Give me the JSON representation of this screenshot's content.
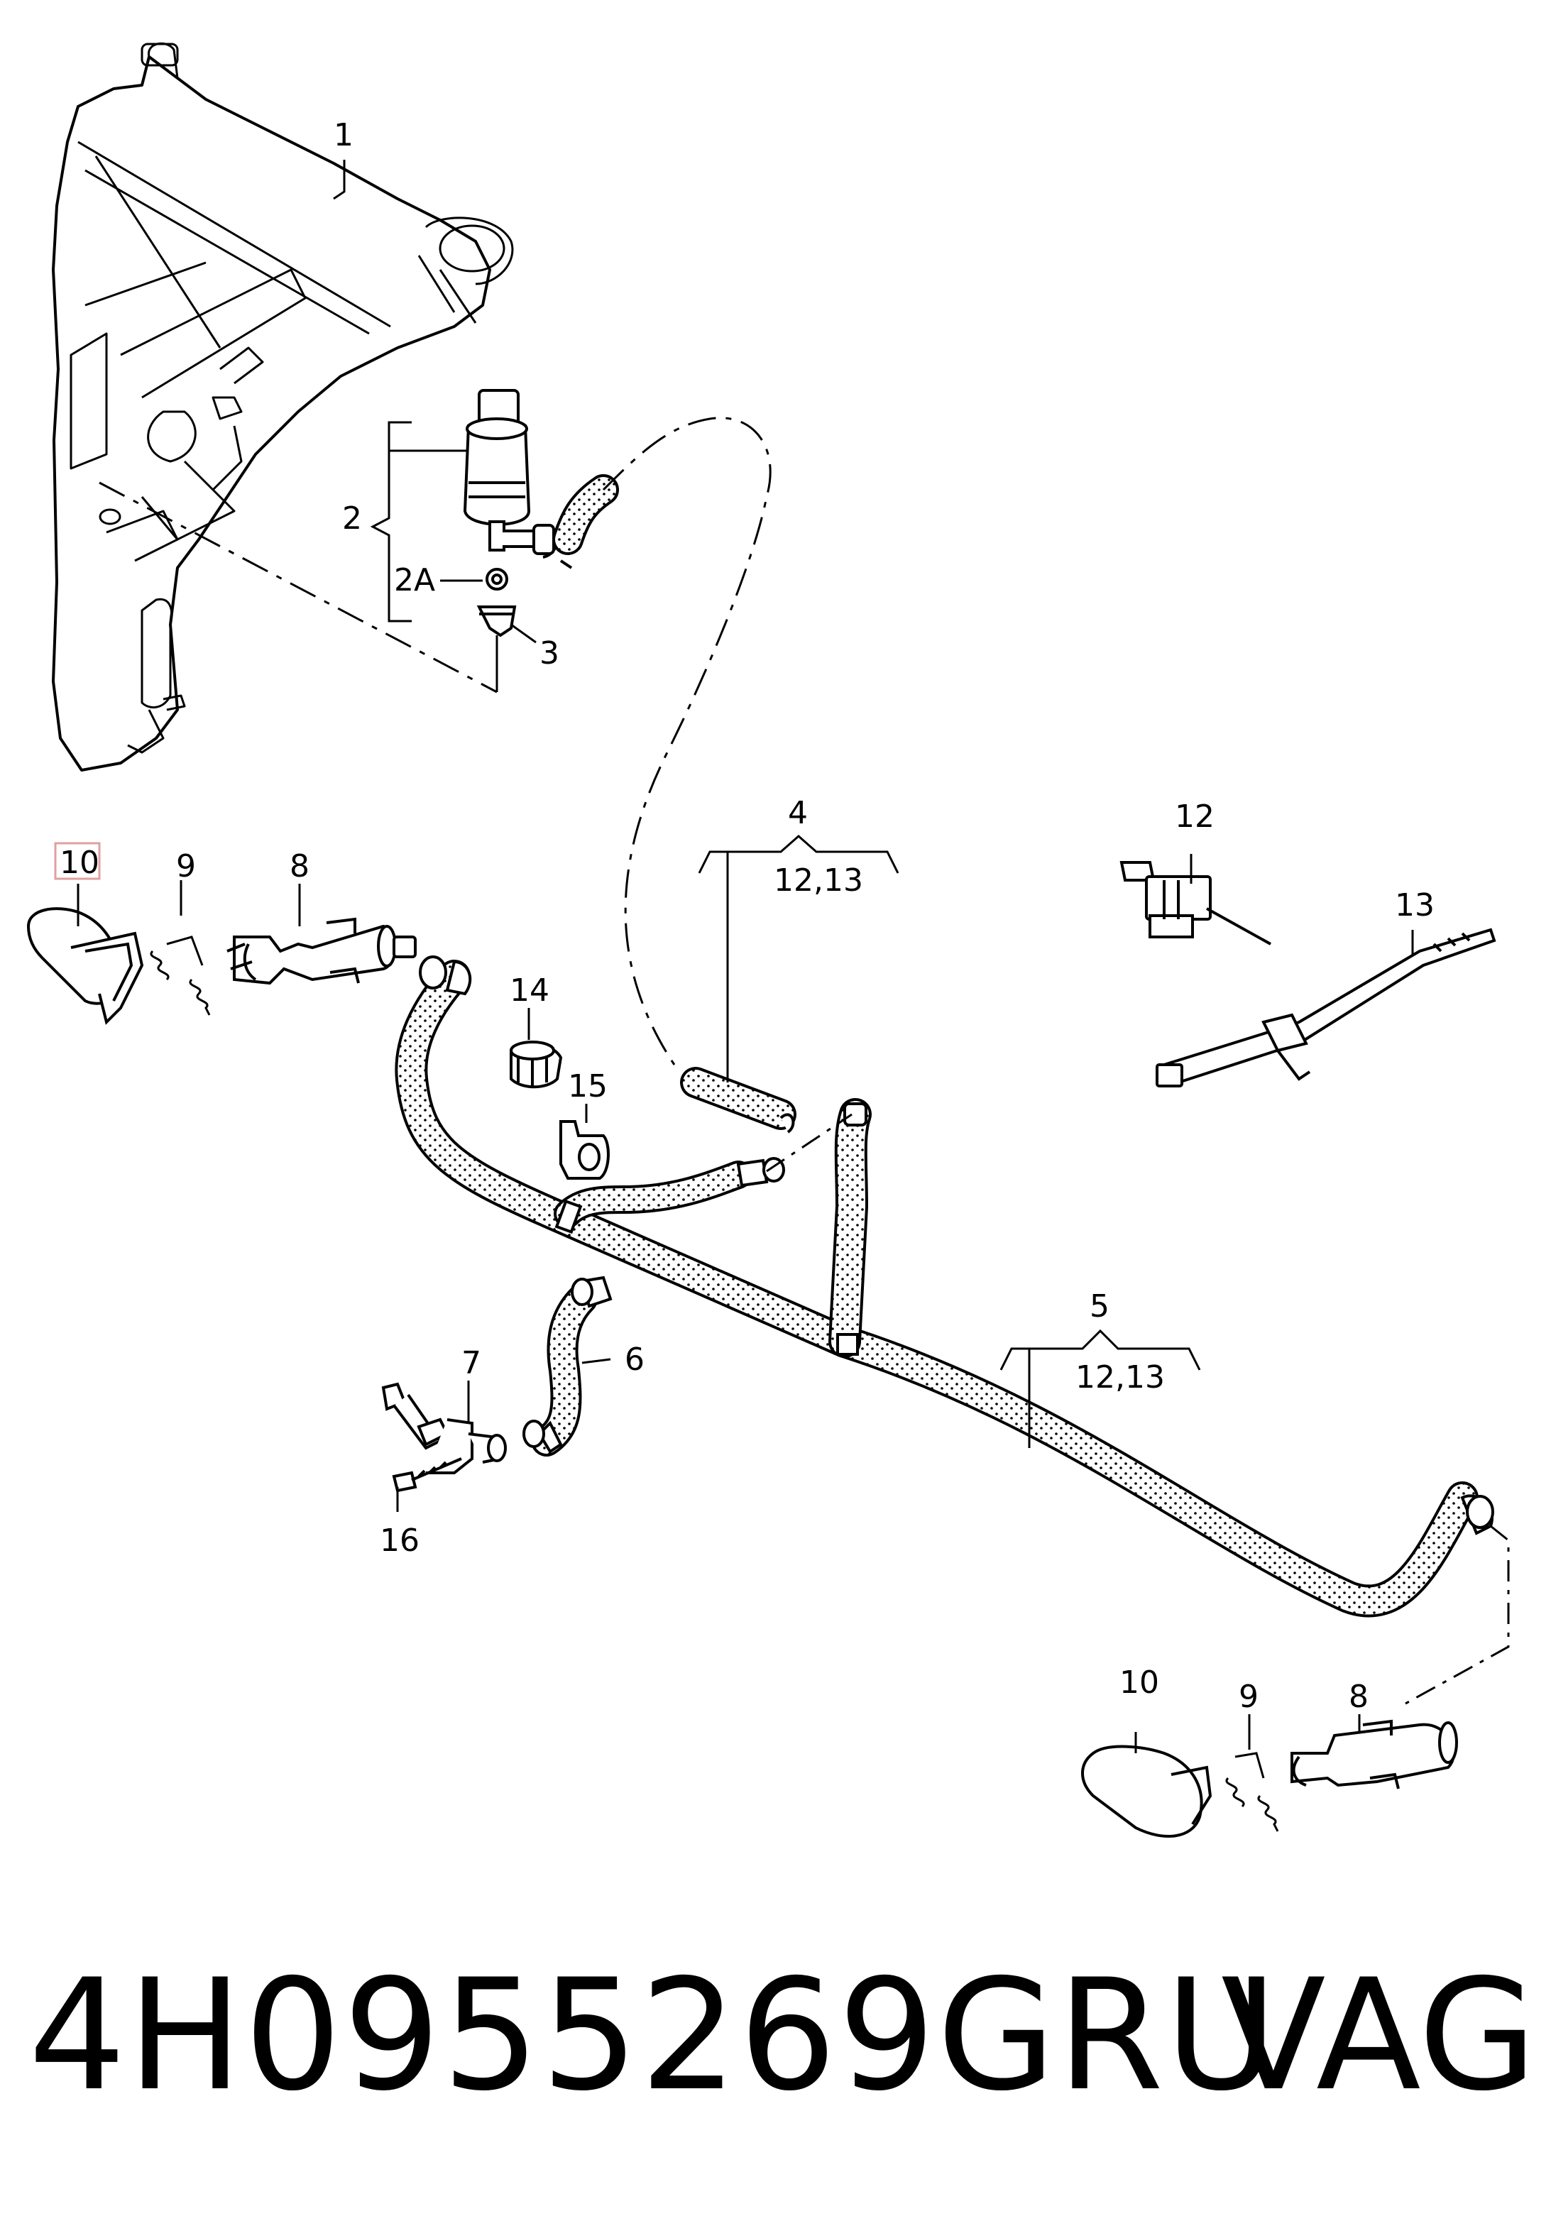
{
  "callouts": {
    "c1": "1",
    "c2": "2",
    "c2a": "2A",
    "c3": "3",
    "c4": "4",
    "c4sub": "12,13",
    "c5": "5",
    "c5sub": "12,13",
    "c6": "6",
    "c7": "7",
    "c8_left": "8",
    "c8_right": "8",
    "c9_left": "9",
    "c9_right": "9",
    "c10_left": "10",
    "c10_right": "10",
    "c12": "12",
    "c13": "13",
    "c14": "14",
    "c15": "15",
    "c16": "16"
  },
  "highlighted_callout": "10",
  "highlight_color": "#e0a0a0",
  "footer": {
    "part_number": "4H0955269GRU",
    "brand": "VAG"
  }
}
